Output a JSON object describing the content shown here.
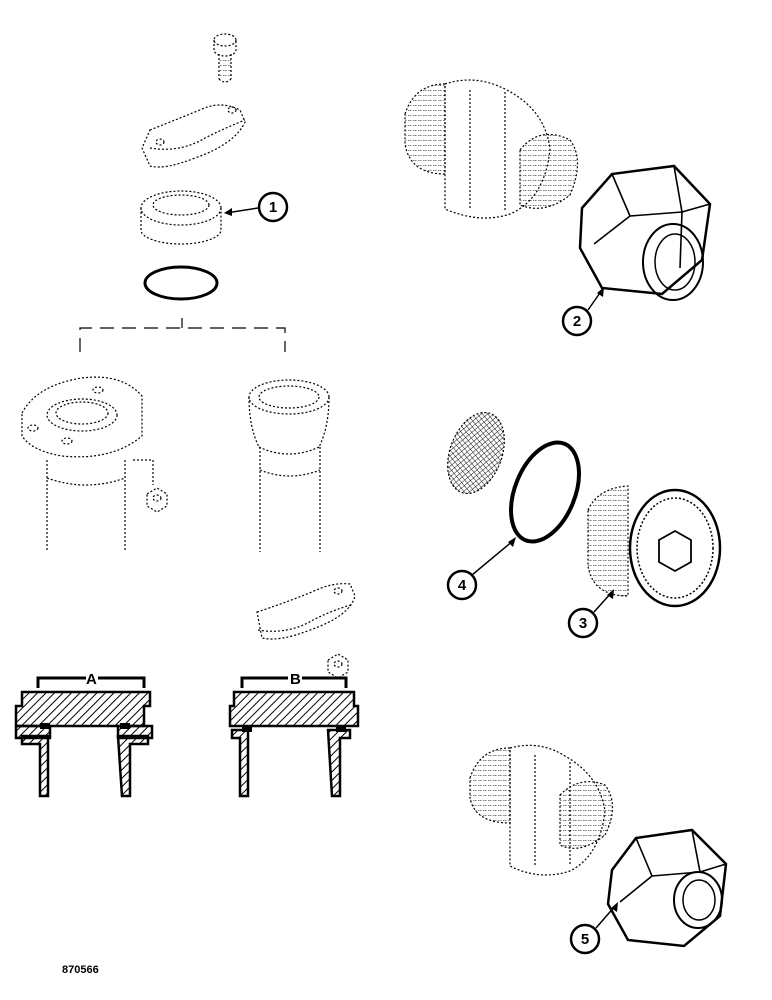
{
  "drawing_number": "870566",
  "callouts": [
    "1",
    "2",
    "3",
    "4",
    "5"
  ],
  "section_labels": [
    "A",
    "B"
  ],
  "colors": {
    "ink": "#000000",
    "paper": "#ffffff"
  }
}
